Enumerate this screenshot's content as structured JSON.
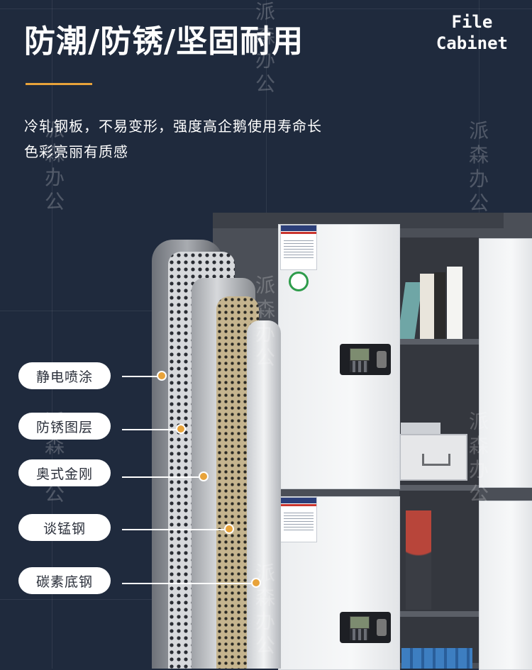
{
  "header": {
    "title": "防潮/防锈/坚固耐用",
    "brand_en_line1": "File",
    "brand_en_line2": "Cabinet"
  },
  "description": {
    "line1": "冷轧钢板，不易变形，强度高企鹅使用寿命长",
    "line2": "色彩亮丽有质感"
  },
  "watermark": "派森办公",
  "labels": [
    "静电喷涂",
    "防锈图层",
    "奥式金刚",
    "谈锰钢",
    "碳素底钢"
  ],
  "colors": {
    "background": "#1f2a3d",
    "accent": "#e8a33a"
  }
}
